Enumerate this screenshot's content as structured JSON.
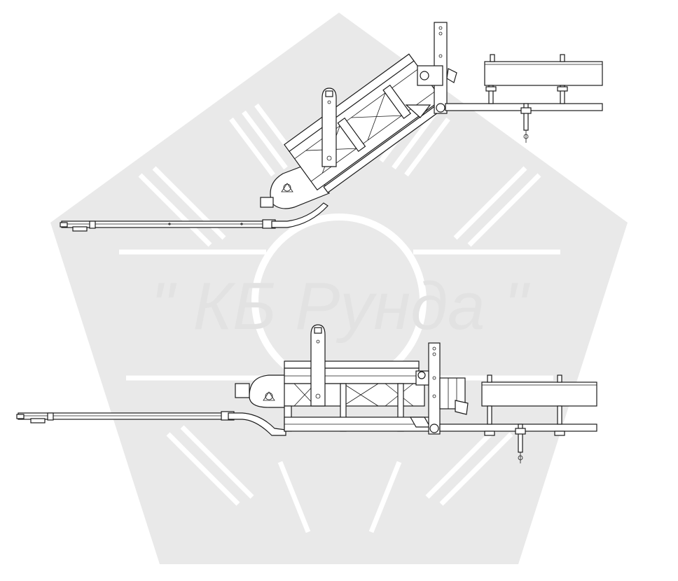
{
  "watermark": {
    "text": "\" КБ Рунда \"",
    "color": "#e9e9e9"
  },
  "drawing": {
    "views": [
      {
        "name": "tilted-view"
      },
      {
        "name": "level-view"
      }
    ],
    "line_color": "#1a1a1a",
    "background": "#ffffff"
  }
}
